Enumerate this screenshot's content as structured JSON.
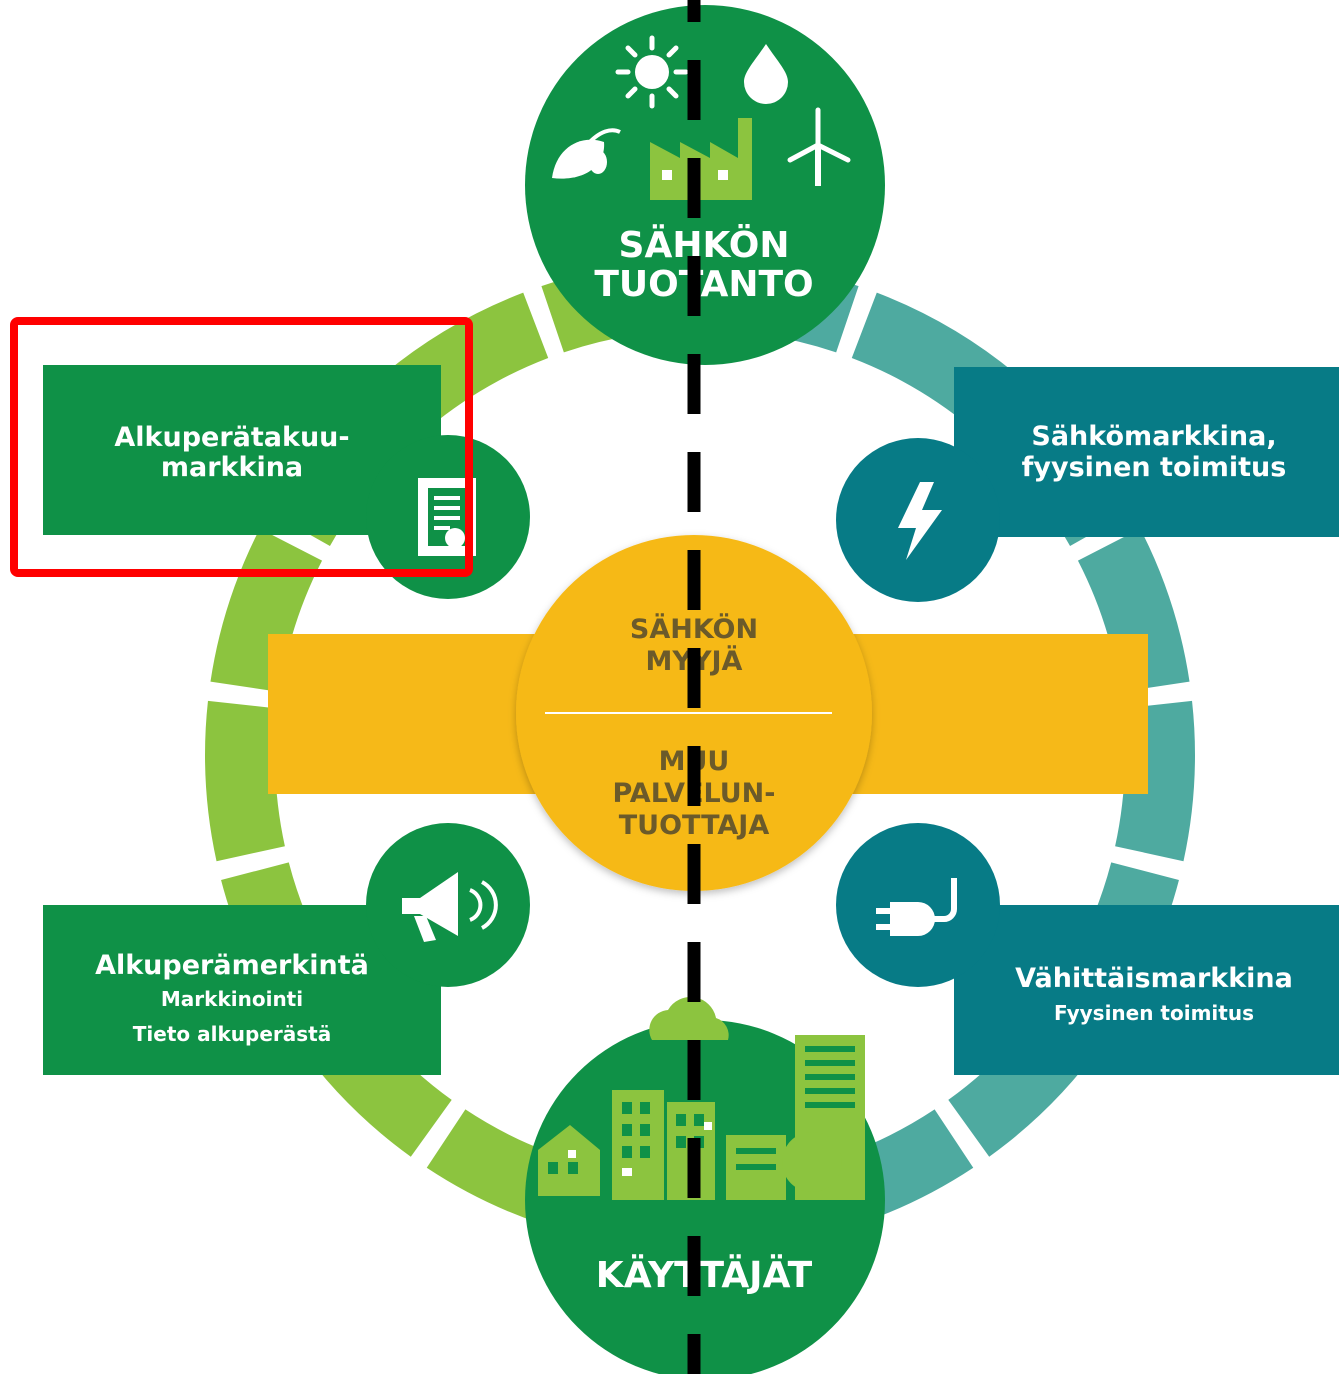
{
  "top_node": {
    "line1": "SÄHKÖN",
    "line2": "TUOTANTO"
  },
  "bottom_node": {
    "label": "KÄYTTÄJÄT"
  },
  "center_node": {
    "top_line1": "SÄHKÖN",
    "top_line2": "MYYJÄ",
    "bottom_line1": "MUU",
    "bottom_line2": "PALVELUN-",
    "bottom_line3": "TUOTTAJA"
  },
  "left_top_box": {
    "line1": "Alkuperätakuu-",
    "line2": "markkina",
    "highlighted": true
  },
  "left_bottom_box": {
    "title": "Alkuperämerkintä",
    "line1": "Markkinointi",
    "line2": "Tieto alkuperästä"
  },
  "right_top_box": {
    "line1": "Sähkömarkkina,",
    "line2": "fyysinen toimitus"
  },
  "right_bottom_box": {
    "title": "Vähittäismarkkina",
    "line1": "Fyysinen toimitus"
  },
  "icons": {
    "top": [
      "sun-icon",
      "water-drop-icon",
      "leaf-seed-icon",
      "factory-icon",
      "wind-turbine-icon"
    ],
    "left_top": "certificate-document-icon",
    "left_bottom": "megaphone-icon",
    "right_top": "lightning-bolt-icon",
    "right_bottom": "power-plug-icon",
    "bottom": "city-buildings-icon"
  },
  "colors": {
    "dark_green": "#0f9147",
    "light_green": "#8cc43f",
    "teal_dark": "#077b86",
    "teal_light": "#4eaaa0",
    "yellow": "#f6b918",
    "highlight_red": "#ff0000",
    "divider_black": "#000000"
  }
}
